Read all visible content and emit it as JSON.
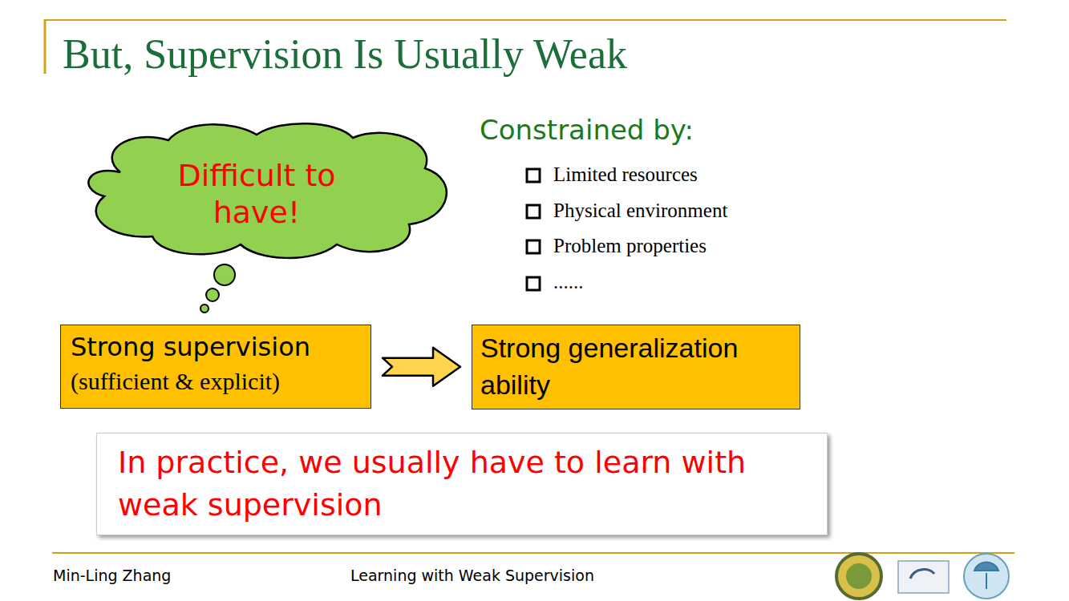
{
  "diagram": {
    "title": "But, Supervision Is Usually Weak",
    "nodes": [
      {
        "text": [
          "Difficult to have!"
        ]
      },
      {
        "text": [
          "Strong supervision",
          "(sufficient & explicit)"
        ]
      },
      {
        "text": [
          "Strong generalization ability"
        ]
      },
      {
        "text": [
          "In practice, we usually have to learn with weak supervision"
        ]
      }
    ],
    "edges": [
      {
        "from": 1,
        "to": 2,
        "arrow": "to"
      }
    ],
    "labels": [
      "Constrained by:",
      "Limited resources",
      "Physical environment",
      "Problem properties",
      "......",
      "Min-Ling Zhang",
      "Learning with Weak Supervision"
    ]
  }
}
